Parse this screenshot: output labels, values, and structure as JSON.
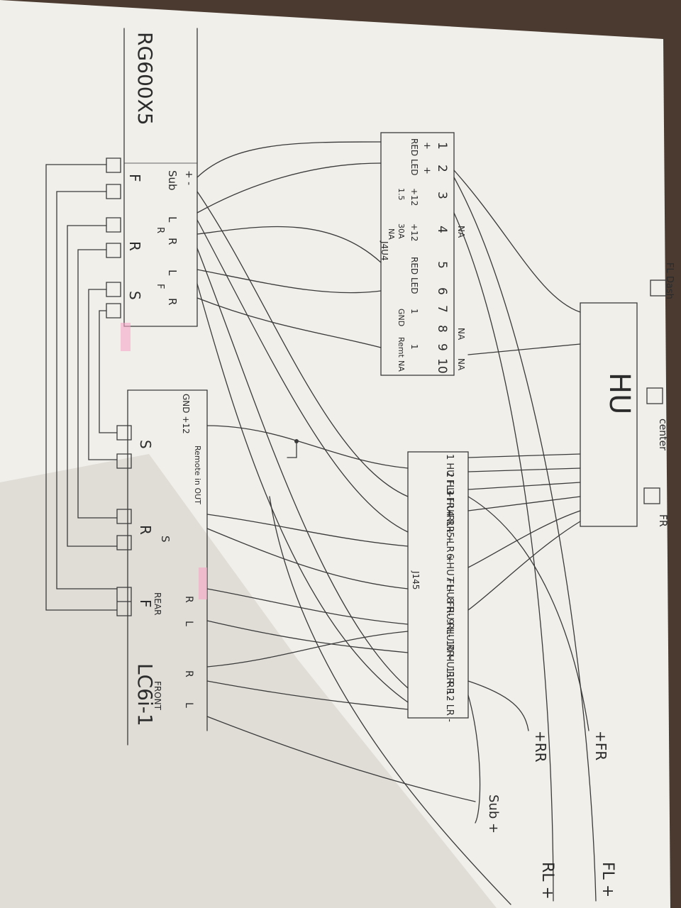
{
  "colors": {
    "paper": "#f1efea",
    "pencil": "#3a3a3a",
    "shadow": "#d9d6cf",
    "highlighter": "#f7a5c6",
    "desk": "#4a3a30"
  },
  "amp1": {
    "title": "RG600X5",
    "groups": [
      "F",
      "R",
      "S"
    ],
    "labels": [
      "Sub",
      "L",
      "R",
      "L",
      "R",
      "F",
      "R"
    ],
    "polarity": "+ -"
  },
  "amp2": {
    "title": "LC6i-1",
    "groups": [
      "S",
      "R",
      "F"
    ],
    "labels": [
      "GND +12",
      "Remote in OUT",
      "S",
      "REAR",
      "FRONT"
    ],
    "channels": [
      "R",
      "L",
      "R",
      "L"
    ]
  },
  "harness1": {
    "pins": [
      "1",
      "2",
      "3",
      "4",
      "5",
      "6",
      "7",
      "8",
      "9",
      "10"
    ],
    "row1": [
      "+",
      "+"
    ],
    "row2": [
      "RED LED",
      "+12",
      "+12",
      "RED LED",
      "1",
      "1"
    ],
    "row3": [
      "1.5",
      "30A",
      "NA",
      "GND",
      "Remt",
      "NA"
    ],
    "extra": "J4U4",
    "na": [
      "NA",
      "NA",
      "NA"
    ]
  },
  "harness2": {
    "pins": [
      {
        "n": "1",
        "label": "HU FL+"
      },
      {
        "n": "2",
        "label": "HU FR+"
      },
      {
        "n": "3",
        "label": "HU RL+"
      },
      {
        "n": "4",
        "label": "RR +"
      },
      {
        "n": "5",
        "label": "LR +"
      },
      {
        "n": "6",
        "label": "HU FL-"
      },
      {
        "n": "7",
        "label": "HU FR-"
      },
      {
        "n": "8",
        "label": "HU RL-"
      },
      {
        "n": "9",
        "label": "HU RR-"
      },
      {
        "n": "10",
        "label": "HU RR-"
      },
      {
        "n": "11",
        "label": "RR -"
      },
      {
        "n": "12",
        "label": "LR -"
      }
    ],
    "extra": "J145"
  },
  "hu": {
    "title": "HU",
    "speakers": [
      "FL Dash",
      "center",
      "FR"
    ]
  },
  "outputs": [
    "+RR",
    "+FR",
    "Sub +",
    "RL +",
    "FL +"
  ]
}
